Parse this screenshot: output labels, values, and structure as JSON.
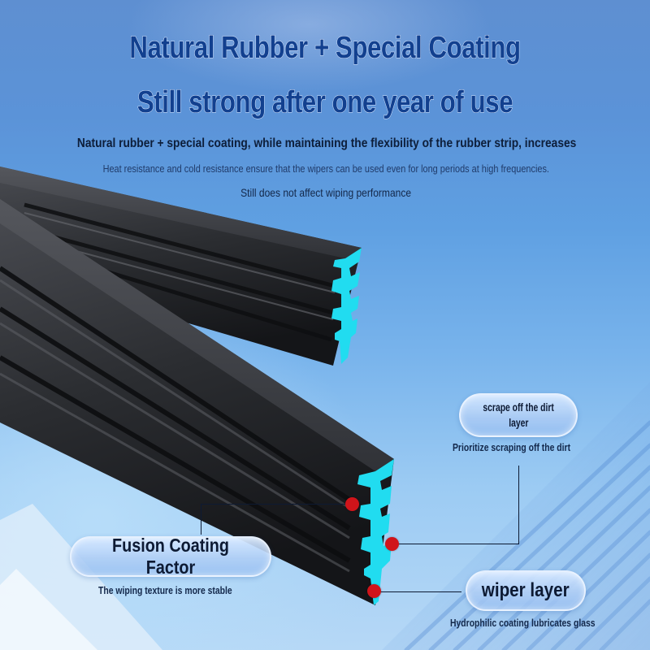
{
  "headline": {
    "line1": "Natural Rubber + Special Coating",
    "line2": "Still strong after one year of use"
  },
  "description": {
    "line1": "Natural rubber + special coating, while maintaining the flexibility of the rubber strip, increases",
    "line2": "Heat resistance and cold resistance ensure that the wipers can be used even for long periods at high frequencies.",
    "line3": "Still does not affect wiping performance"
  },
  "callouts": [
    {
      "label": "scrape off the dirt layer",
      "label_line1": "scrape off the dirt",
      "label_line2": "layer",
      "caption": "Prioritize scraping off the dirt"
    },
    {
      "label": "Fusion Coating Factor",
      "caption": "The wiping texture is more stable"
    },
    {
      "label": "wiper layer",
      "caption": "Hydrophilic coating lubricates glass"
    }
  ],
  "colors": {
    "title_blue": "#12408f",
    "rubber_black": "#2a2c30",
    "cross_section_cyan": "#21dcf0",
    "marker_red": "#d0141a",
    "background_blue": "#5fa0e2"
  },
  "product_image": {
    "subject": "two black rubber wiper strips with cyan cross-section profile"
  }
}
